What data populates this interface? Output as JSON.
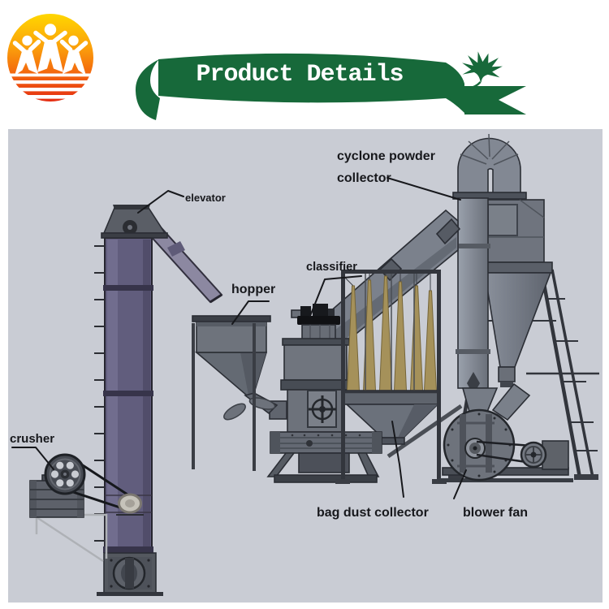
{
  "page": {
    "background": "#ffffff"
  },
  "header": {
    "title": "Product Details",
    "title_color": "#ffffff",
    "ribbon_color": "#17693a",
    "logo": {
      "name": "sunrise-people-logo",
      "gradient": [
        "#ffd800",
        "#fba10b",
        "#f3660e",
        "#e42b12"
      ],
      "figure_color": "#ffffff"
    },
    "leaf_icon_color": "#17693a"
  },
  "diagram": {
    "background": "#c9ccd4",
    "label_color": "#17181c",
    "labels": {
      "elevator": "elevator",
      "cyclone_line1": "cyclone powder",
      "cyclone_line2": "collector",
      "classifier": "classifier",
      "hopper": "hopper",
      "crusher": "crusher",
      "bag_dust_collector": "bag dust collector",
      "blower_fan": "blower fan"
    },
    "colors": {
      "machinery": "#70757e",
      "machinery_dark": "#565a62",
      "elevator_purple": "#615d7d",
      "filter_cones": "#a5915a",
      "duct": "#7b818c"
    }
  }
}
